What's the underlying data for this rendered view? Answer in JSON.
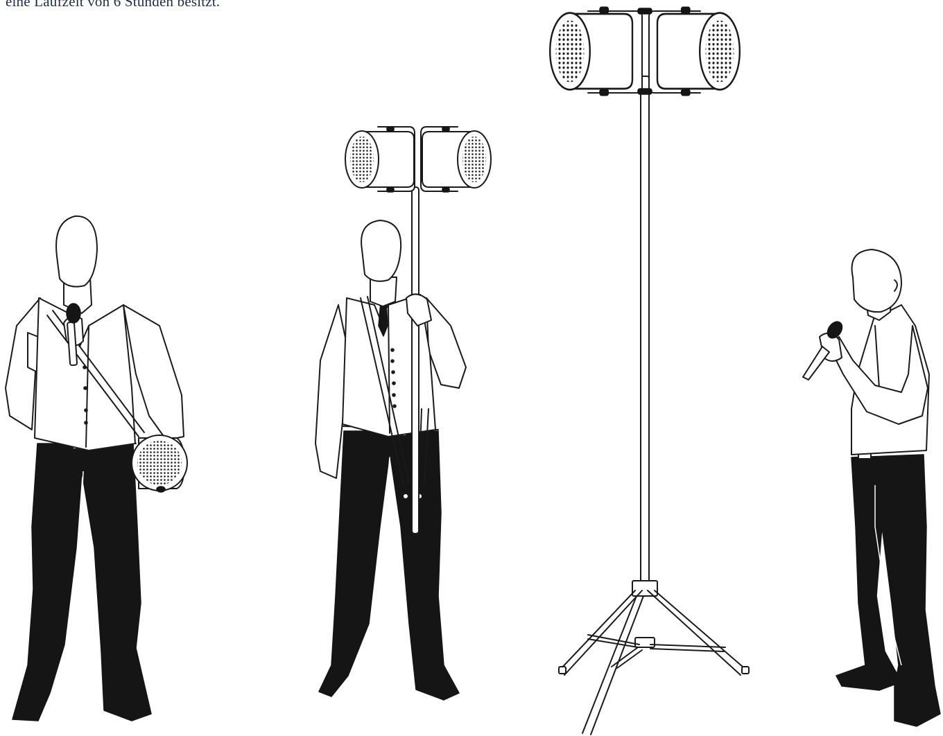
{
  "caption": {
    "text": "eine Laufzeit von 6 Stunden besitzt."
  },
  "figures": [
    {
      "name": "speaker-shoulder-carry",
      "icon": "speaker-on-strap-icon"
    },
    {
      "name": "speaker-handheld-pole",
      "icon": "speaker-pole-icon"
    },
    {
      "name": "speaker-tripod-stand",
      "icon": "tripod-speaker-icon"
    },
    {
      "name": "speaker-presenter-standing",
      "icon": "microphone-icon"
    }
  ],
  "colors": {
    "ink": "#1a1a1a",
    "caption": "#1d2b4b",
    "background": "#ffffff"
  }
}
